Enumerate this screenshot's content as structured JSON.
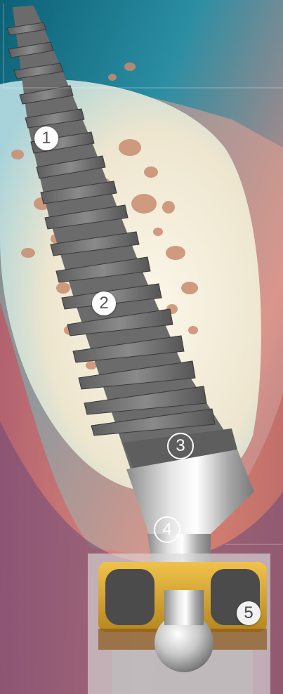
{
  "illustration": {
    "description_icon": "dental-implant-cross-section-illustration",
    "colors": {
      "background_top": "#0f6c7f",
      "background_mid": "#6fb6c4",
      "gum_red": "#d6746a",
      "gum_pink": "#efb5a6",
      "bone_cream": "#f3eedd",
      "bone_spot": "#c9896b",
      "implant_gray": "#6e6e6e",
      "abutment_silver": "#c9c9c9",
      "housing_gold": "#d8a934",
      "housing_dark": "#4a4a4a"
    }
  },
  "markers": [
    {
      "id": "1",
      "label": "1"
    },
    {
      "id": "2",
      "label": "2"
    },
    {
      "id": "3",
      "label": "3"
    },
    {
      "id": "4",
      "label": "4"
    },
    {
      "id": "5",
      "label": "5"
    }
  ]
}
